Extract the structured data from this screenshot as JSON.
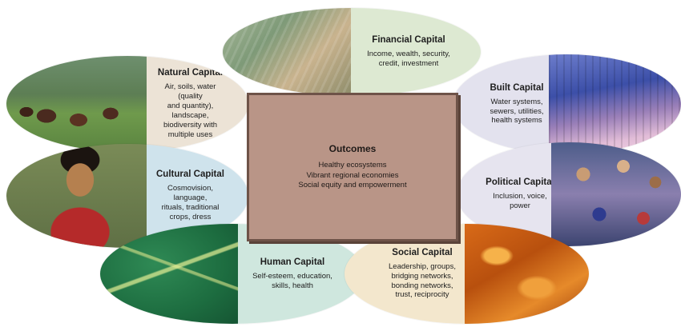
{
  "outcomes": {
    "title": "Outcomes",
    "lines": [
      "Healthy ecosystems",
      "Vibrant regional economies",
      "Social equity and empowerment"
    ]
  },
  "capitals": {
    "natural": {
      "title": "Natural Capital",
      "lines": [
        "Air, soils, water (quality",
        "and quantity), landscape,",
        "biodiversity with",
        "multiple uses"
      ]
    },
    "financial": {
      "title": "Financial Capital",
      "lines": [
        "Income, wealth, security,",
        "credit, investment"
      ]
    },
    "built": {
      "title": "Built Capital",
      "lines": [
        "Water systems,",
        "sewers, utilities,",
        "health systems"
      ]
    },
    "cultural": {
      "title": "Cultural Capital",
      "lines": [
        "Cosmovision, language,",
        "rituals, traditional",
        "crops, dress"
      ]
    },
    "political": {
      "title": "Political Capital",
      "lines": [
        "Inclusion, voice,",
        "power"
      ]
    },
    "human": {
      "title": "Human Capital",
      "lines": [
        "Self-esteem, education,",
        "skills, health"
      ]
    },
    "social": {
      "title": "Social Capital",
      "lines": [
        "Leadership, groups,",
        "bridging networks,",
        "bonding networks,",
        "trust, reciprocity"
      ]
    }
  }
}
